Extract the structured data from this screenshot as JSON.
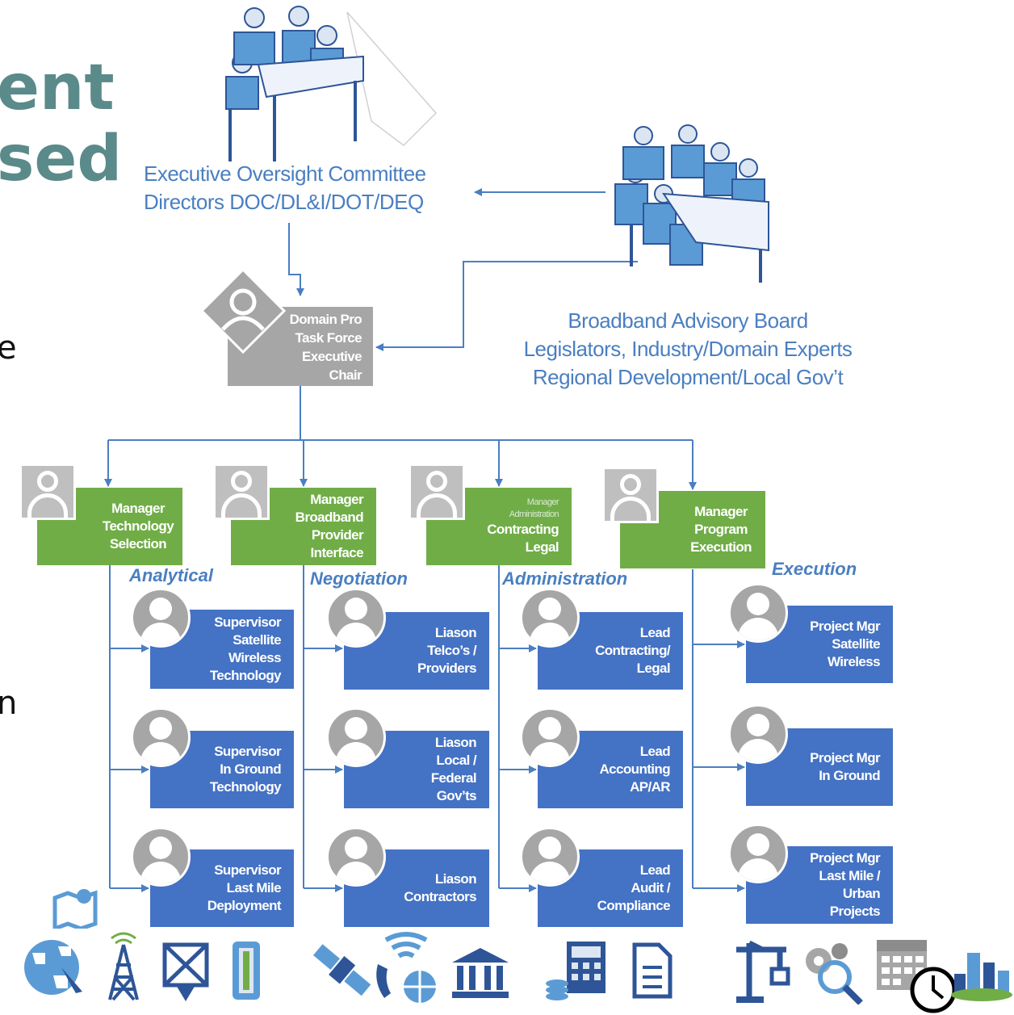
{
  "title_fragments": [
    "ent",
    "sed"
  ],
  "side_fragments": [
    "e",
    "n"
  ],
  "exec_committee": {
    "line1": "Executive Oversight Committee",
    "line2": "Directors DOC/DL&I/DOT/DEQ"
  },
  "advisory_board": {
    "line1": "Broadband Advisory Board",
    "line2": "Legislators, Industry/Domain Experts",
    "line3": "Regional Development/Local Gov’t"
  },
  "chair": {
    "lines": [
      "Domain Pro",
      "Task Force",
      "Executive",
      "Chair"
    ]
  },
  "managers": [
    {
      "lines": [
        "Manager",
        "Technology",
        "Selection"
      ]
    },
    {
      "lines": [
        "Manager",
        "Broadband",
        "Provider",
        "Interface"
      ]
    },
    {
      "lines": [
        "Manager",
        "Administration",
        "Contracting",
        "Legal"
      ]
    },
    {
      "lines": [
        "Manager",
        "Program",
        "Execution"
      ]
    }
  ],
  "categories": [
    "Analytical",
    "Negotiation",
    "Administration",
    "Execution"
  ],
  "columns": [
    [
      {
        "lines": [
          "Supervisor",
          "Satellite",
          "Wireless",
          "Technology"
        ]
      },
      {
        "lines": [
          "Supervisor",
          "In Ground",
          "Technology"
        ]
      },
      {
        "lines": [
          "Supervisor",
          "Last Mile",
          "Deployment"
        ]
      }
    ],
    [
      {
        "lines": [
          "Liason",
          "Telco’s /",
          "Providers"
        ]
      },
      {
        "lines": [
          "Liason",
          "Local /",
          "Federal",
          "Gov’ts"
        ]
      },
      {
        "lines": [
          "Liason",
          "Contractors"
        ]
      }
    ],
    [
      {
        "lines": [
          "Lead",
          "Contracting/",
          "Legal"
        ]
      },
      {
        "lines": [
          "Lead",
          "Accounting",
          "AP/AR"
        ]
      },
      {
        "lines": [
          "Lead",
          "Audit /",
          "Compliance"
        ]
      }
    ],
    [
      {
        "lines": [
          "Project Mgr",
          "Satellite",
          "Wireless"
        ]
      },
      {
        "lines": [
          "Project Mgr",
          "In Ground"
        ]
      },
      {
        "lines": [
          "Project Mgr",
          "Last Mile /",
          "Urban",
          "Projects"
        ]
      }
    ]
  ],
  "icons": [
    "map-icon",
    "globe-icon",
    "radio-tower-icon",
    "satellite-dish-icon",
    "fiber-cable-icon",
    "satellite-icon",
    "phone-wifi-globe-icon",
    "government-building-icon",
    "calculator-coins-icon",
    "document-icon",
    "construction-crane-icon",
    "gears-search-icon",
    "calendar-icon",
    "clock-icon",
    "city-icon"
  ],
  "colors": {
    "title": "#5b8a8a",
    "caption": "#4a7fc1",
    "chair_box": "#a6a6a6",
    "manager_box": "#70ad47",
    "staff_box": "#4472c4",
    "connector": "#4a7fc1"
  }
}
